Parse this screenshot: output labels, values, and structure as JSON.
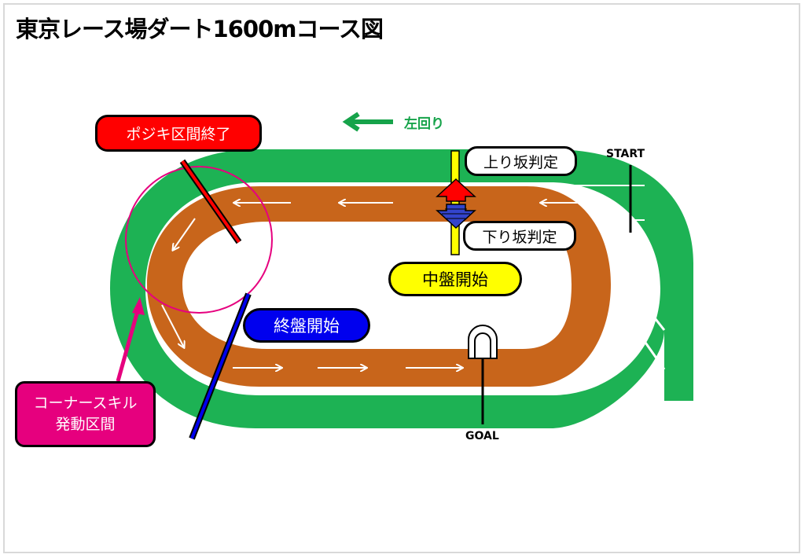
{
  "title": "東京レース場ダート1600mコース図",
  "direction_label": "左回り",
  "labels": {
    "posiki_end": "ポジキ区間終了",
    "uphill_judge": "上り坂判定",
    "downhill_judge": "下り坂判定",
    "mid_start": "中盤開始",
    "final_start": "終盤開始",
    "corner_skill_line1": "コーナースキル",
    "corner_skill_line2": "発動区間",
    "start": "START",
    "goal": "GOAL"
  },
  "colors": {
    "turf": "#1db254",
    "dirt": "#c8651b",
    "posiki_marker": "#ff0000",
    "final_marker": "#0000ee",
    "slope_marker": "#ffff00",
    "corner_zone": "#e6007e"
  }
}
